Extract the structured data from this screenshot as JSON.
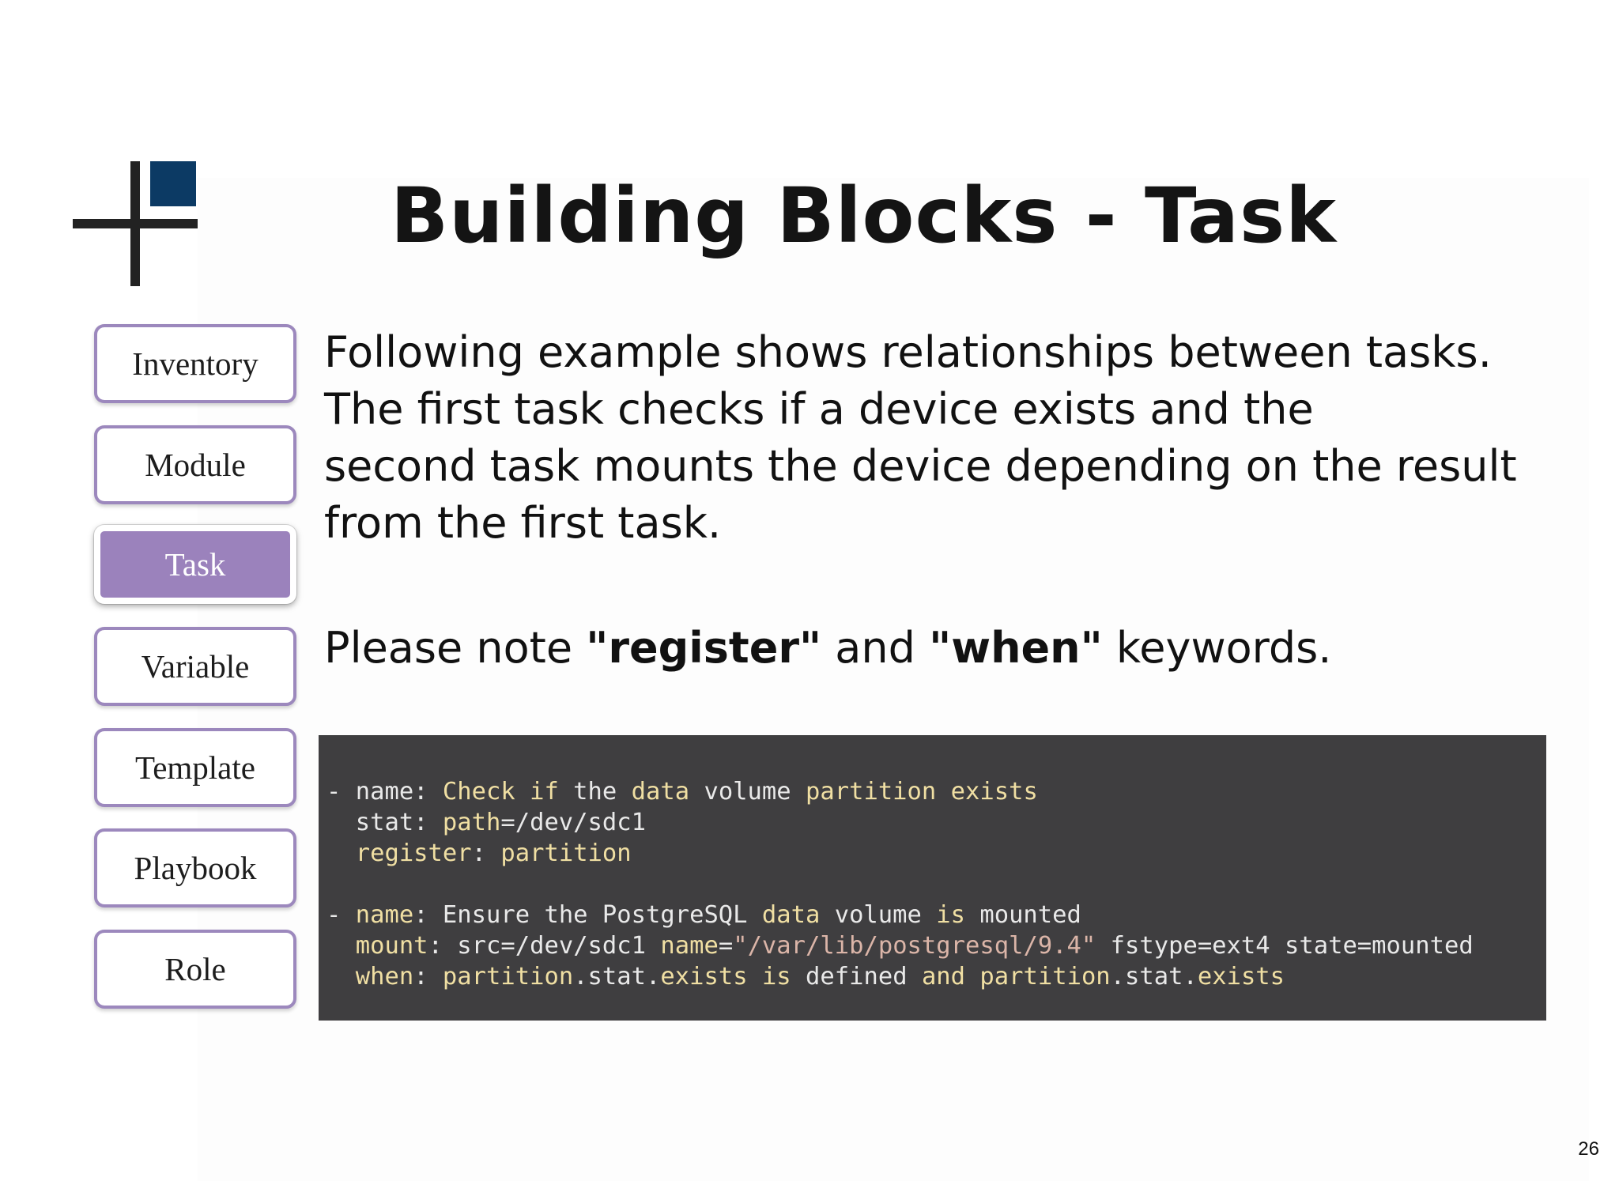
{
  "slide": {
    "title": "Building Blocks - Task",
    "page_number": "26"
  },
  "nav": {
    "items": [
      {
        "label": "Inventory",
        "active": false
      },
      {
        "label": "Module",
        "active": false
      },
      {
        "label": "Task",
        "active": true
      },
      {
        "label": "Variable",
        "active": false
      },
      {
        "label": "Template",
        "active": false
      },
      {
        "label": "Playbook",
        "active": false
      },
      {
        "label": "Role",
        "active": false
      }
    ]
  },
  "description": {
    "lines": [
      "Following example shows relationships between tasks.",
      "The first task checks if a device exists and the",
      "second task mounts the device depending on the result",
      "from the first task."
    ]
  },
  "note": {
    "prefix": "Please note ",
    "keyword1": "\"register\"",
    "middle": " and ",
    "keyword2": "\"when\"",
    "suffix": " keywords."
  },
  "code": {
    "background": "#3f3e40",
    "keyword_color": "#f0dfa3",
    "string_color": "#dbb5a8",
    "lines": [
      [
        [
          "- name: ",
          "p"
        ],
        [
          "Check if",
          "k"
        ],
        [
          " the ",
          "p"
        ],
        [
          "data",
          "k"
        ],
        [
          " volume ",
          "p"
        ],
        [
          "partition exists",
          "k"
        ]
      ],
      [
        [
          "  stat: ",
          "p"
        ],
        [
          "path",
          "k"
        ],
        [
          "=/dev/sdc1",
          "p"
        ]
      ],
      [
        [
          "  ",
          "p"
        ],
        [
          "register",
          "k"
        ],
        [
          ": ",
          "p"
        ],
        [
          "partition",
          "k"
        ]
      ],
      [
        [
          "",
          "p"
        ]
      ],
      [
        [
          "- ",
          "p"
        ],
        [
          "name",
          "k"
        ],
        [
          ": Ensure the PostgreSQL ",
          "p"
        ],
        [
          "data",
          "k"
        ],
        [
          " volume ",
          "p"
        ],
        [
          "is",
          "k"
        ],
        [
          " mounted",
          "p"
        ]
      ],
      [
        [
          "  ",
          "p"
        ],
        [
          "mount",
          "k"
        ],
        [
          ": src=/dev/sdc1 ",
          "p"
        ],
        [
          "name",
          "k"
        ],
        [
          "=",
          "p"
        ],
        [
          "\"/var/lib/postgresql/9.4\"",
          "s"
        ],
        [
          " fstype=ext4 state=mounted",
          "p"
        ]
      ],
      [
        [
          "  ",
          "p"
        ],
        [
          "when",
          "k"
        ],
        [
          ": ",
          "p"
        ],
        [
          "partition",
          "k"
        ],
        [
          ".stat.",
          "p"
        ],
        [
          "exists",
          "k"
        ],
        [
          " ",
          "p"
        ],
        [
          "is",
          "k"
        ],
        [
          " defined ",
          "p"
        ],
        [
          "and",
          "k"
        ],
        [
          " ",
          "p"
        ],
        [
          "partition",
          "k"
        ],
        [
          ".stat.",
          "p"
        ],
        [
          "exists",
          "k"
        ]
      ]
    ]
  }
}
